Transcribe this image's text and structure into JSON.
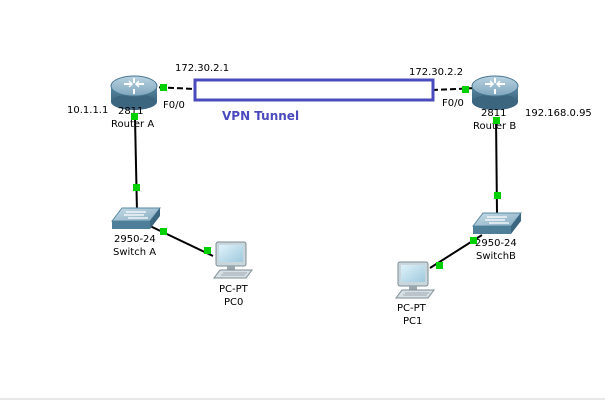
{
  "colors": {
    "link": "#000000",
    "port_up": "#00d000",
    "tunnel": "#4b4bbd",
    "router_body": "#5f8fa8",
    "switch_body": "#6f9db3"
  },
  "tunnel": {
    "label": "VPN Tunnel"
  },
  "router_a": {
    "model": "2811",
    "name": "Router A",
    "lan_ip": "10.1.1.1",
    "wan_ip": "172.30.2.1",
    "wan_port": "F0/0",
    "icon": "router-icon"
  },
  "router_b": {
    "model": "2811",
    "name": "Router B",
    "lan_ip": "192.168.0.95",
    "wan_ip": "172.30.2.2",
    "wan_port": "F0/0",
    "icon": "router-icon"
  },
  "switch_a": {
    "model": "2950-24",
    "name": "Switch A",
    "icon": "switch-icon"
  },
  "switch_b": {
    "model": "2950-24",
    "name": "SwitchB",
    "icon": "switch-icon"
  },
  "pc0": {
    "model": "PC-PT",
    "name": "PC0",
    "icon": "pc-icon"
  },
  "pc1": {
    "model": "PC-PT",
    "name": "PC1",
    "icon": "pc-icon"
  }
}
